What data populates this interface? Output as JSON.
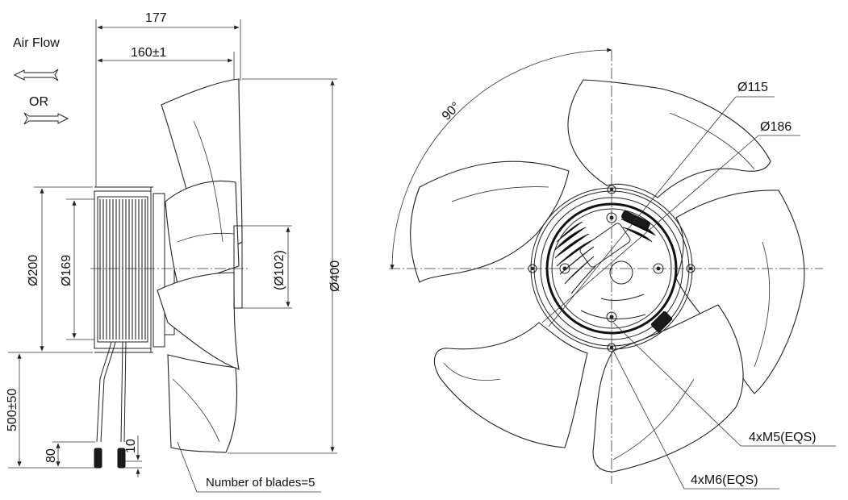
{
  "labels": {
    "air_flow": "Air Flow",
    "or": "OR",
    "dim_177": "177",
    "dim_160": "160±1",
    "dim_200": "Ø200",
    "dim_169": "Ø169",
    "dim_102": "(Ø102)",
    "dim_400": "Ø400",
    "dim_500": "500±50",
    "dim_80": "80",
    "dim_10": "10",
    "blades": "Number of blades=5",
    "angle_90": "90°",
    "dim_115": "Ø115",
    "dim_186": "Ø186",
    "m5": "4xM5(EQS)",
    "m6": "4xM6(EQS)"
  },
  "colors": {
    "line": "#222222",
    "background": "#ffffff"
  }
}
